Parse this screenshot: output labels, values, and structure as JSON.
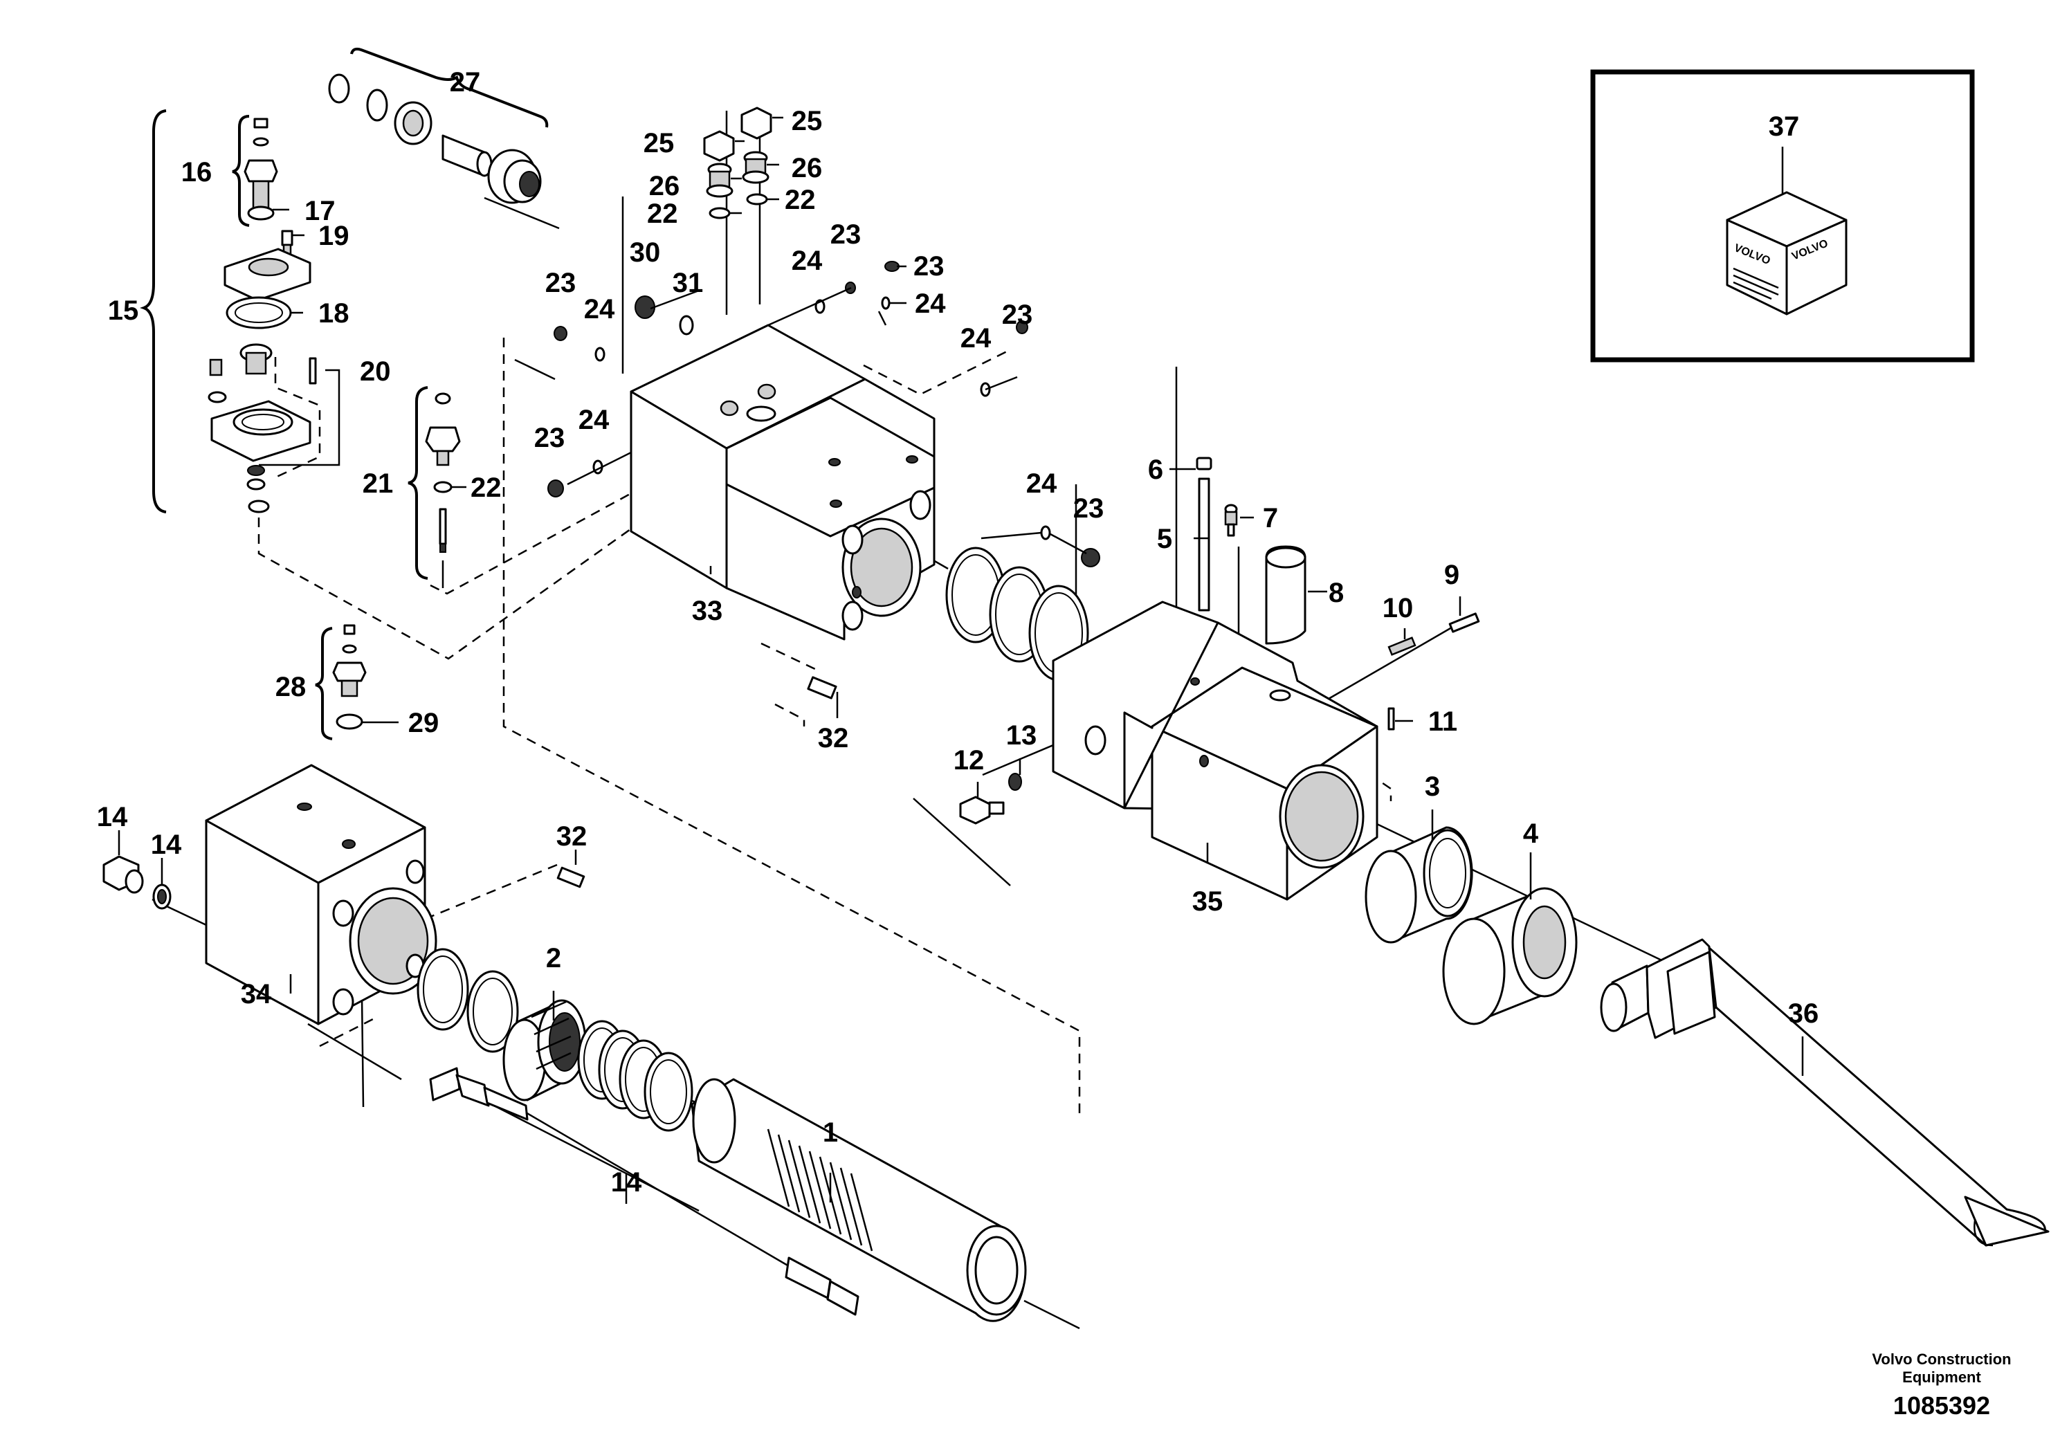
{
  "diagram": {
    "doc_number": "1085392",
    "company_line1": "Volvo Construction",
    "company_line2": "Equipment",
    "kit_brand": "VOLVO",
    "parts": {
      "p1": "1",
      "p2": "2",
      "p3": "3",
      "p4": "4",
      "p5": "5",
      "p6": "6",
      "p7": "7",
      "p8": "8",
      "p9": "9",
      "p10": "10",
      "p11": "11",
      "p12": "12",
      "p13": "13",
      "p14a": "14",
      "p14b": "14",
      "p14c": "14",
      "p15": "15",
      "p16": "16",
      "p17": "17",
      "p18": "18",
      "p19": "19",
      "p20": "20",
      "p21": "21",
      "p22a": "22",
      "p22b": "22",
      "p22c": "22",
      "p23a": "23",
      "p23b": "23",
      "p23c": "23",
      "p23d": "23",
      "p23e": "23",
      "p24a": "24",
      "p24b": "24",
      "p24c": "24",
      "p24d": "24",
      "p24e": "24",
      "p24f": "24",
      "p25a": "25",
      "p25b": "25",
      "p26a": "26",
      "p26b": "26",
      "p27": "27",
      "p28": "28",
      "p29": "29",
      "p30": "30",
      "p31": "31",
      "p32a": "32",
      "p32b": "32",
      "p33": "33",
      "p34": "34",
      "p35": "35",
      "p36": "36",
      "p37": "37"
    }
  }
}
